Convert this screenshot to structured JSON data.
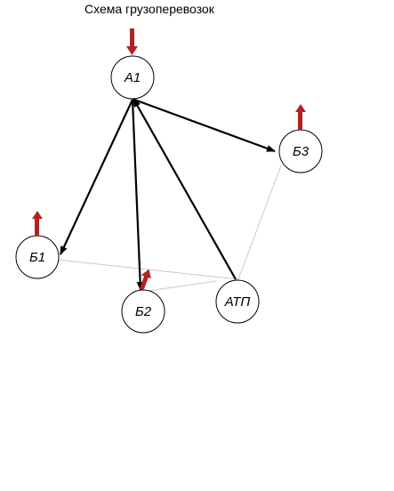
{
  "title": "Схема грузоперевозок",
  "colors": {
    "node_border": "#000000",
    "route": "#000000",
    "link": "#c8c8c8",
    "flow_arrow": "#b22222"
  },
  "nodes": {
    "a1": {
      "label": "А1"
    },
    "b1": {
      "label": "Б1"
    },
    "b2": {
      "label": "Б2"
    },
    "b3": {
      "label": "Б3"
    },
    "atp": {
      "label": "АТП"
    }
  },
  "routes": [
    {
      "from": "А1",
      "to": "Б3"
    },
    {
      "from": "А1",
      "to": "Б1"
    },
    {
      "from": "А1",
      "to": "Б2"
    },
    {
      "from": "АТП",
      "to": "А1"
    }
  ],
  "links": [
    {
      "from": "Б1",
      "to": "АТП"
    },
    {
      "from": "Б2",
      "to": "АТП"
    },
    {
      "from": "Б3",
      "to": "АТП"
    }
  ],
  "flow_arrows": [
    {
      "node": "А1",
      "direction": "in"
    },
    {
      "node": "Б1",
      "direction": "out"
    },
    {
      "node": "Б2",
      "direction": "out"
    },
    {
      "node": "Б3",
      "direction": "out"
    }
  ]
}
